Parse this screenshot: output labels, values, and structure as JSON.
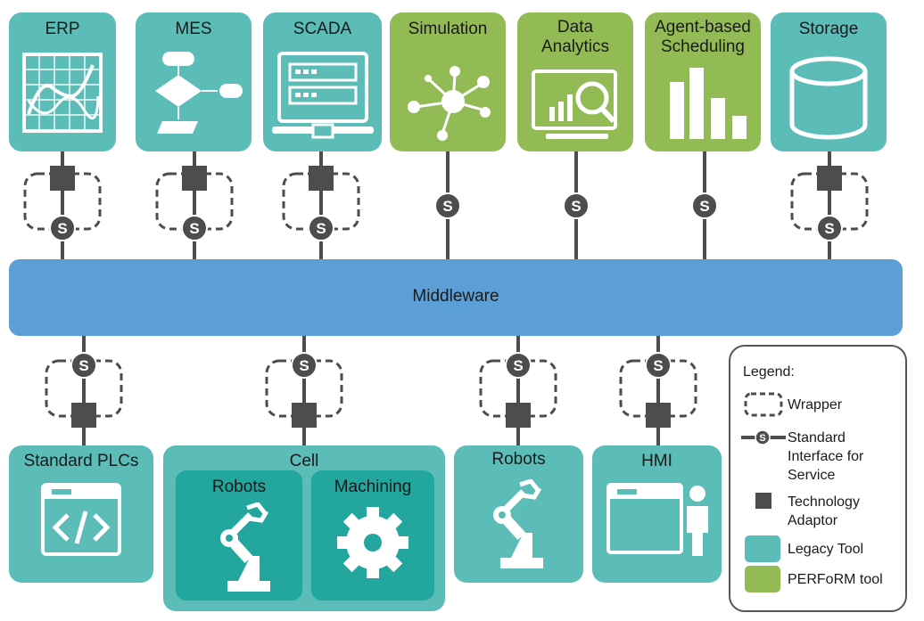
{
  "top_tools": [
    {
      "label": "ERP",
      "kind": "legacy"
    },
    {
      "label": "MES",
      "kind": "legacy"
    },
    {
      "label": "SCADA",
      "kind": "legacy"
    },
    {
      "label": "Simulation",
      "kind": "perform"
    },
    {
      "label": "Data Analytics",
      "kind": "perform"
    },
    {
      "label": "Agent-based Scheduling",
      "kind": "perform"
    },
    {
      "label": "Storage",
      "kind": "legacy"
    }
  ],
  "middleware": {
    "label": "Middleware"
  },
  "bottom_tools": {
    "plcs": {
      "label": "Standard PLCs"
    },
    "cell": {
      "label": "Cell",
      "robots": "Robots",
      "machining": "Machining"
    },
    "robots": {
      "label": "Robots"
    },
    "hmi": {
      "label": "HMI"
    }
  },
  "service_symbol": "S",
  "legend": {
    "title": "Legend:",
    "wrapper": "Wrapper",
    "interface": "Standard Interface for Service",
    "adaptor": "Technology Adaptor",
    "legacy": "Legacy Tool",
    "perform": "PERFoRM tool"
  },
  "colors": {
    "legacy": "#5bbcb8",
    "perform": "#93bb55",
    "middleware": "#5b9fd6",
    "inner_box": "#22a69e",
    "connector": "#4d4d4d"
  }
}
